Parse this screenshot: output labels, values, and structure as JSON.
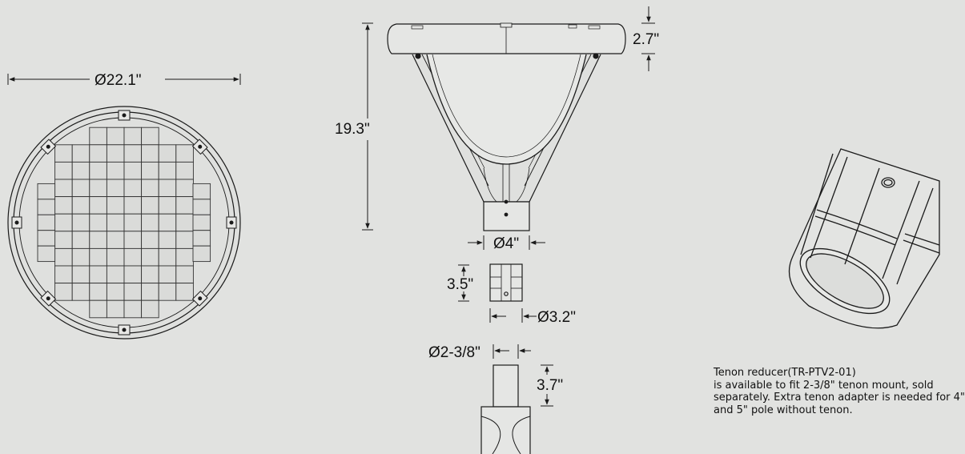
{
  "dimensions": {
    "top_diameter": "Ø22.1\"",
    "fixture_height": "19.3\"",
    "head_height": "2.7\"",
    "tenon_width": "Ø4\"",
    "adapter_height": "3.5\"",
    "adapter_diameter": "Ø3.2\"",
    "tenon_small_diameter": "Ø2-3/8\"",
    "tenon_small_height": "3.7\""
  },
  "note": {
    "line1": "Tenon reducer(TR-PTV2-01)",
    "line2": "is available to fit 2-3/8\" tenon mount, sold",
    "line3": "separately. Extra tenon adapter is needed for 4\"",
    "line4": "and 5\" pole without tenon."
  },
  "colors": {
    "background": "#e1e2e0",
    "line": "#1a1a1a",
    "shade": "#cfd0ce"
  }
}
